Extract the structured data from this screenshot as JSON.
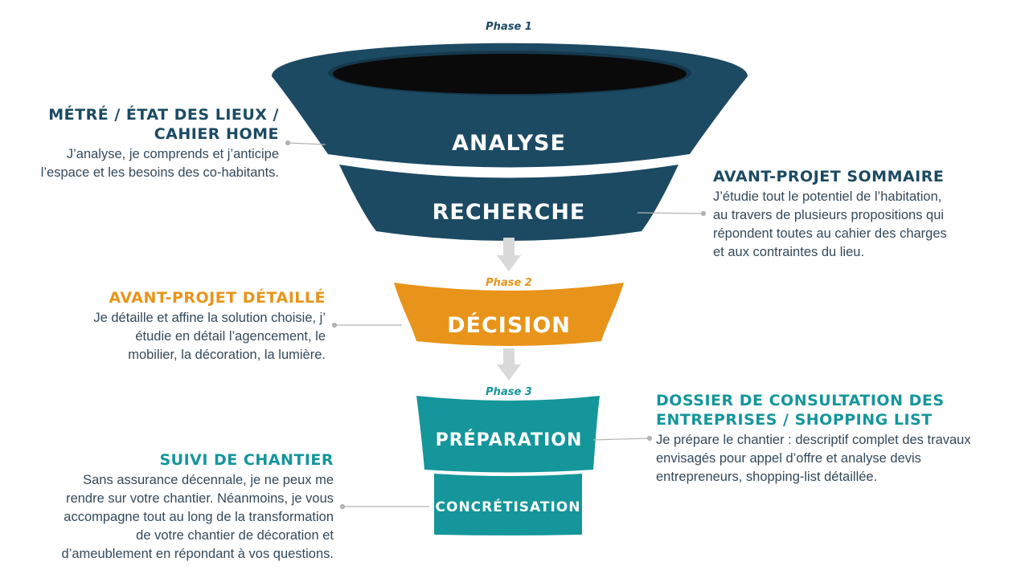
{
  "colors": {
    "navy": "#1c4a63",
    "navy_dark": "#15384c",
    "orange": "#e8941a",
    "teal": "#14969b",
    "arrow": "#d9d9d9",
    "connector": "#b3b3b3",
    "text": "#34495a"
  },
  "phases": {
    "phase1": "Phase 1",
    "phase2": "Phase 2",
    "phase3": "Phase 3"
  },
  "stages": {
    "analyse": "ANALYSE",
    "recherche": "RECHERCHE",
    "decision": "DÉCISION",
    "preparation": "PRÉPARATION",
    "concretisation": "CONCRÉTISATION"
  },
  "blocks": {
    "metre": {
      "title_line1": "MÉTRÉ / ÉTAT DES LIEUX /",
      "title_line2": "CAHIER HOME",
      "text_line1": "J’analyse, je comprends et j’anticipe",
      "text_line2": "l’espace et les besoins des co-habitants."
    },
    "aps": {
      "title": "AVANT-PROJET SOMMAIRE",
      "text_line1": "J’étudie tout le potentiel de l’habitation,",
      "text_line2": "au travers de plusieurs propositions qui",
      "text_line3": "répondent toutes au cahier des charges",
      "text_line4": "et aux contraintes du lieu."
    },
    "apd": {
      "title": "AVANT-PROJET DÉTAILLÉ",
      "text_line1": "Je détaille et affine la solution choisie, j’",
      "text_line2": "étudie en détail l’agencement, le",
      "text_line3": "mobilier, la décoration, la lumière."
    },
    "dce": {
      "title_line1": "DOSSIER DE CONSULTATION DES",
      "title_line2": "ENTREPRISES / SHOPPING LIST",
      "text_line1": "Je prépare le chantier : descriptif complet des travaux",
      "text_line2": "envisagés pour appel d’offre et analyse devis",
      "text_line3": "entrepreneurs, shopping-list détaillée."
    },
    "suivi": {
      "title": "SUIVI DE CHANTIER",
      "text_line1": "Sans assurance décennale, je ne peux me",
      "text_line2": "rendre sur votre chantier. Néanmoins, je vous",
      "text_line3": "accompagne tout au long de la transformation",
      "text_line4": "de votre chantier de décoration et",
      "text_line5": "d’ameublement en répondant à vos questions."
    }
  }
}
